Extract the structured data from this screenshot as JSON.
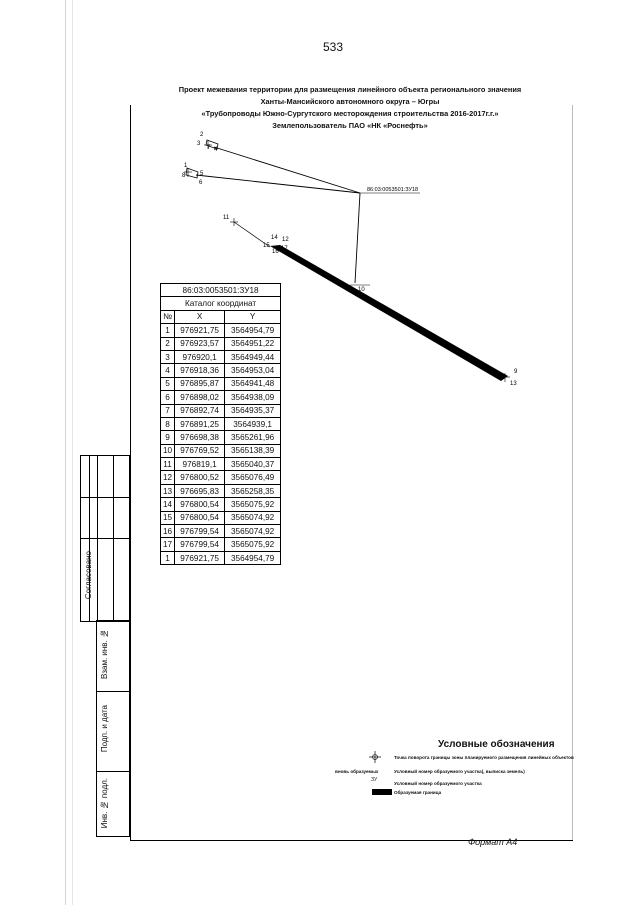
{
  "page": {
    "number": "533",
    "header": [
      "Проект межевания территории для размещения линейного объекта регионального значения",
      "Ханты-Мансийского автономного округа – Югры",
      "«Трубопроводы Южно-Сургутского месторождения строительства 2016-2017г.г.»",
      "Землепользователь ПАО «НК «Роснефть»"
    ],
    "format": "Формат А4"
  },
  "diagram": {
    "parcel_label": "86:03:0053501:ЗУ18",
    "points": [
      "1",
      "2",
      "3",
      "4",
      "5",
      "6",
      "7",
      "8",
      "9",
      "10",
      "11",
      "12",
      "13",
      "14",
      "15",
      "16",
      "17"
    ]
  },
  "catalog": {
    "title": "86:03:0053501:ЗУ18",
    "subtitle": "Каталог координат",
    "headers": [
      "№",
      "X",
      "Y"
    ],
    "rows": [
      [
        "1",
        "976921,75",
        "3564954,79"
      ],
      [
        "2",
        "976923,57",
        "3564951,22"
      ],
      [
        "3",
        "976920,1",
        "3564949,44"
      ],
      [
        "4",
        "976918,36",
        "3564953,04"
      ],
      [
        "5",
        "976895,87",
        "3564941,48"
      ],
      [
        "6",
        "976898,02",
        "3564938,09"
      ],
      [
        "7",
        "976892,74",
        "3564935,37"
      ],
      [
        "8",
        "976891,25",
        "3564939,1"
      ],
      [
        "9",
        "976698,38",
        "3565261,96"
      ],
      [
        "10",
        "976769,52",
        "3565138,39"
      ],
      [
        "11",
        "976819,1",
        "3565040,37"
      ],
      [
        "12",
        "976800,52",
        "3565076,49"
      ],
      [
        "13",
        "976695,83",
        "3565258,35"
      ],
      [
        "14",
        "976800,54",
        "3565075,92"
      ],
      [
        "15",
        "976800,54",
        "3565074,92"
      ],
      [
        "16",
        "976799,54",
        "3565074,92"
      ],
      [
        "17",
        "976799,54",
        "3565075,92"
      ],
      [
        "1",
        "976921,75",
        "3564954,79"
      ]
    ]
  },
  "stamp": {
    "agreed": "Согласовано",
    "inv_no": "Взам. инв. №",
    "sign_date": "Подп. и дата",
    "inv_orig": "Инв. № подл."
  },
  "legend": {
    "title": "Условные обозначения",
    "items": [
      "Точка поворота границы зоны планируемого размещения линейных объектов",
      "вновь образуемых",
      "Условный номер образуемого участка(, выписка земель)",
      "Условный номер образуемого участка",
      "Образуемая граница"
    ]
  }
}
